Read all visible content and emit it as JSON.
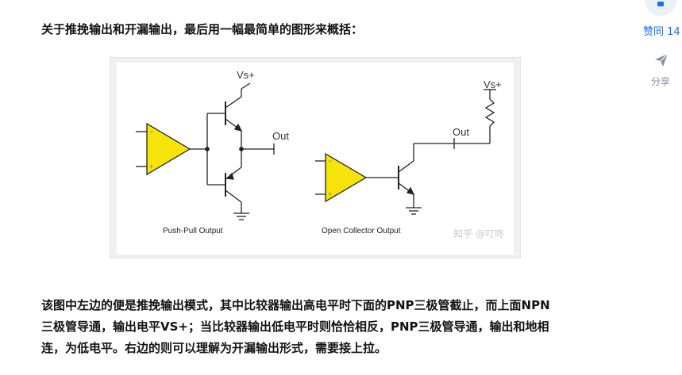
{
  "article": {
    "intro": "关于推挽输出和开漏输出，最后用一幅最简单的图形来概括：",
    "body_lines": [
      "该图中左边的便是推挽输出模式，其中比较器输出高电平时下面的PNP三极管截止，而上面NPN",
      "三极管导通，输出电平VS+；当比较器输出低电平时则恰恰相反，PNP三极管导通，输出和地相",
      "连，为低电平。右边的则可以理解为开漏输出形式，需要接上拉。"
    ]
  },
  "figure": {
    "left_caption": "Push-Pull Output",
    "right_caption": "Open Collector Output",
    "left_vs_label": "Vs+",
    "right_vs_label": "Vs+",
    "left_out_label": "Out",
    "right_out_label": "Out",
    "watermark": "知乎 @叮咚",
    "colors": {
      "amplifier_fill": "#f5e30a",
      "wire": "#222222",
      "plus_minus": "#3a9a3a"
    }
  },
  "actions": {
    "upvote_label": "赞同 14",
    "share_label": "分享",
    "upvote_icon": "upvote-arrow-icon",
    "share_icon": "paper-plane-icon",
    "accent_color": "#1772f6"
  }
}
